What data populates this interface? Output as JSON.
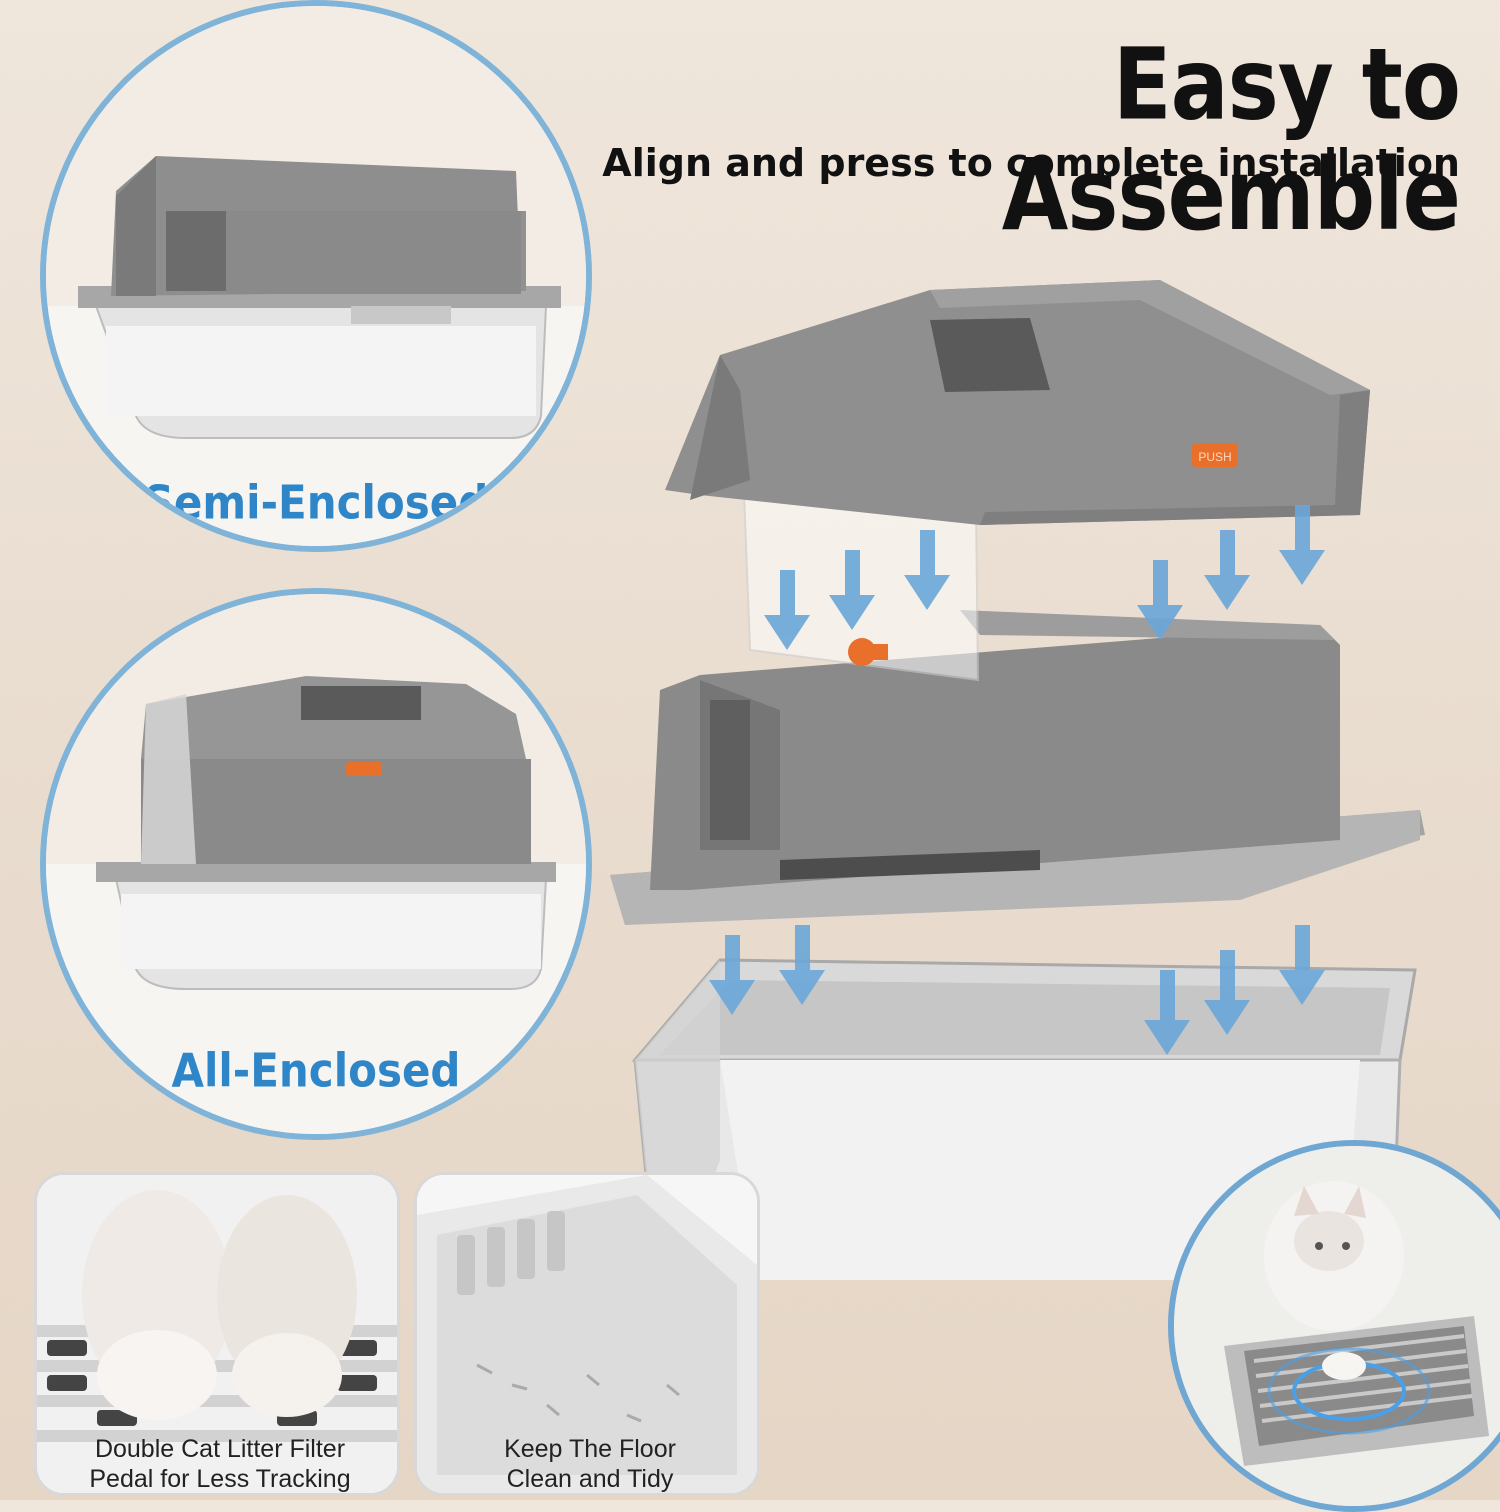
{
  "headline": "Easy to Assemble",
  "subheadline": "Align and press to complete installation",
  "modes": [
    {
      "label": "Semi-Enclosed"
    },
    {
      "label": "All-Enclosed"
    }
  ],
  "features": [
    {
      "line1": "Double Cat Litter Filter",
      "line2": "Pedal for Less Tracking"
    },
    {
      "line1": "Keep The Floor",
      "line2": "Clean and Tidy"
    }
  ],
  "button_text": "PUSH",
  "colors": {
    "accent_blue": "#2e86c8",
    "arrow_blue": "#6aa6d8",
    "lid_gray": "#8c8c8c",
    "button_orange": "#e8702a"
  },
  "icons": [
    "down-arrow-icon"
  ]
}
